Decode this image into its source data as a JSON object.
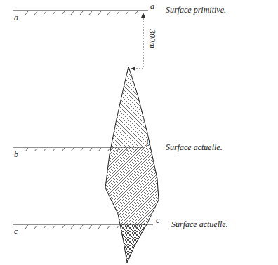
{
  "diagram": {
    "labels": [
      "a",
      "a",
      "Surface primitive.",
      "300m",
      "b",
      "b",
      "Surface actuelle.",
      "c",
      "c",
      "Surface actuelle."
    ]
  }
}
